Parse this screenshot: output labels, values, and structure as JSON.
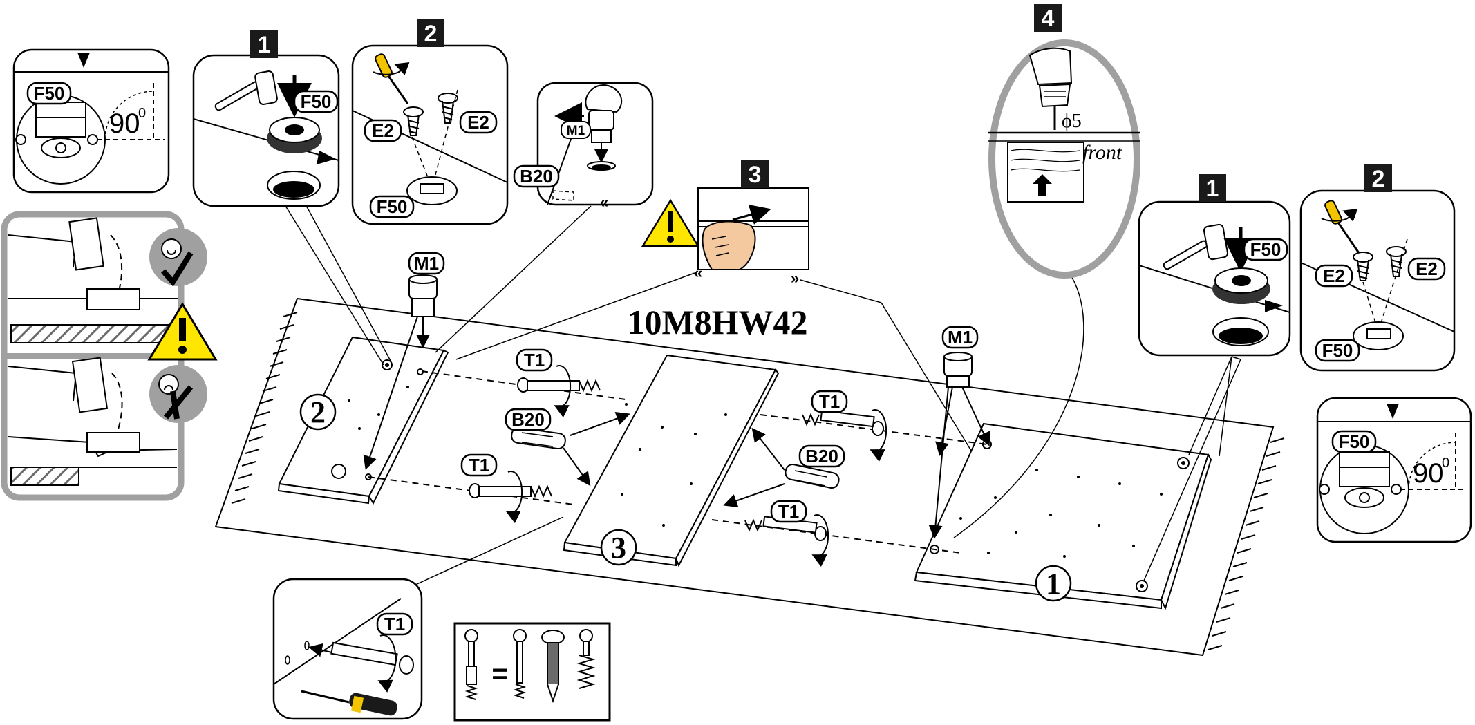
{
  "model_code": "10M8HW42",
  "step_numbers": [
    "1",
    "2",
    "3",
    "4",
    "1",
    "2"
  ],
  "part_numbers": [
    "1",
    "2",
    "3"
  ],
  "labels": {
    "F50": "F50",
    "E2": "E2",
    "B20": "B20",
    "M1": "M1",
    "T1": "T1",
    "front": "front",
    "phi5": "ϕ5",
    "angle": "90",
    "degree": "0",
    "equals": "="
  },
  "colors": {
    "line": "#000000",
    "warning_yellow": "#FFE600",
    "frame_gray": "#A0A0A0",
    "hatch_gray": "#7A7A7A",
    "screwdriver_handle": "#F2C500",
    "hand_skin": "#F4C9A0"
  },
  "icons": [
    "warning-icon",
    "smiley-ok-icon",
    "sad-wrong-icon",
    "hammer-icon",
    "screwdriver-icon",
    "drill-icon",
    "hand-icon"
  ]
}
